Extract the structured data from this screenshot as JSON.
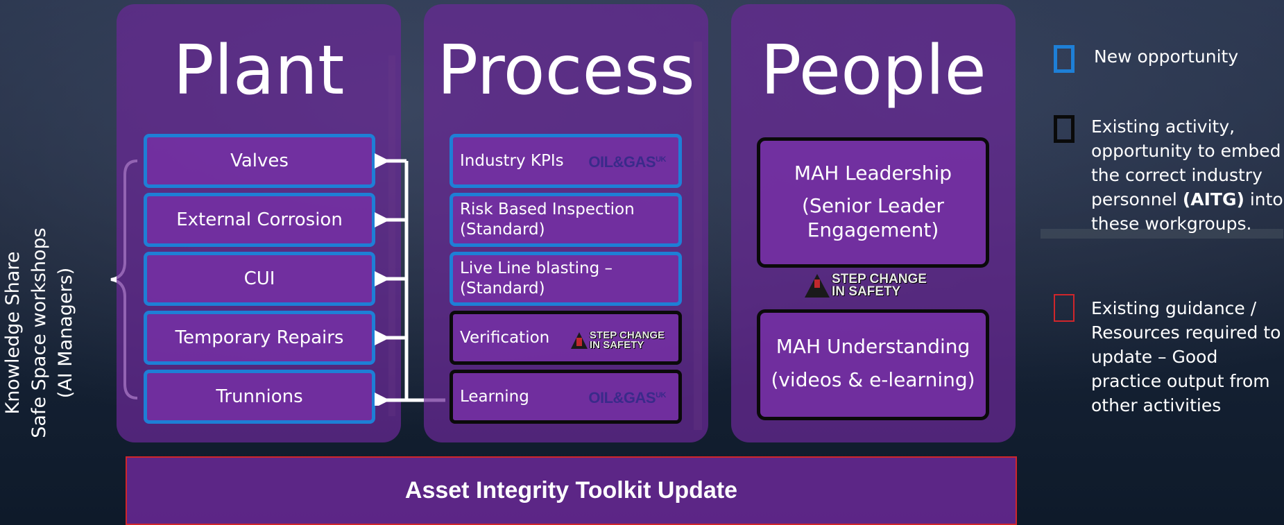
{
  "columns": {
    "plant": {
      "title": "Plant",
      "items": [
        "Valves",
        "External Corrosion",
        "CUI",
        "Temporary Repairs",
        "Trunnions"
      ]
    },
    "process": {
      "title": "Process",
      "items": [
        {
          "lines": [
            "Industry KPIs"
          ],
          "border": "blue",
          "logo": "oil-gas-uk"
        },
        {
          "lines": [
            "Risk Based Inspection",
            "(Standard)"
          ],
          "border": "blue",
          "logo": ""
        },
        {
          "lines": [
            "Live Line blasting –",
            "(Standard)"
          ],
          "border": "blue",
          "logo": ""
        },
        {
          "lines": [
            "Verification"
          ],
          "border": "black",
          "logo": "step-change-in-safety"
        },
        {
          "lines": [
            "Learning"
          ],
          "border": "black",
          "logo": "oil-gas-uk"
        }
      ]
    },
    "people": {
      "title": "People",
      "box1": {
        "line1": "MAH Leadership",
        "line2": "(Senior Leader",
        "line3": "Engagement)"
      },
      "box2": {
        "line1": "MAH Understanding",
        "line2": "(videos & e-learning)"
      }
    }
  },
  "logos": {
    "oil_gas_uk": {
      "text": "OIL&GAS",
      "sup": "UK"
    },
    "step_change": {
      "line1": "STEP CHANGE",
      "line2": "IN SAFETY"
    }
  },
  "brace_label": {
    "line1": "Knowledge Share",
    "line2": "Safe Space workshops",
    "line3": "(AI Managers)"
  },
  "legend": {
    "new": {
      "text": "New opportunity",
      "color": "#1e7fd6"
    },
    "existing": {
      "lines": [
        "Existing activity,",
        "opportunity to embed",
        "the correct industry"
      ],
      "line4_pre": "personnel ",
      "line4_bold": "(AITG)",
      "line4_post": " into",
      "line5": "these workgroups.",
      "color": "#0a0a0a"
    },
    "guidance": {
      "lines": [
        "Existing guidance /",
        "Resources required to",
        "update – Good",
        "practice output from",
        "other activities"
      ],
      "color": "#d0262b"
    }
  },
  "footer": {
    "title": "Asset Integrity Toolkit Update",
    "border_color": "#d0262b"
  }
}
